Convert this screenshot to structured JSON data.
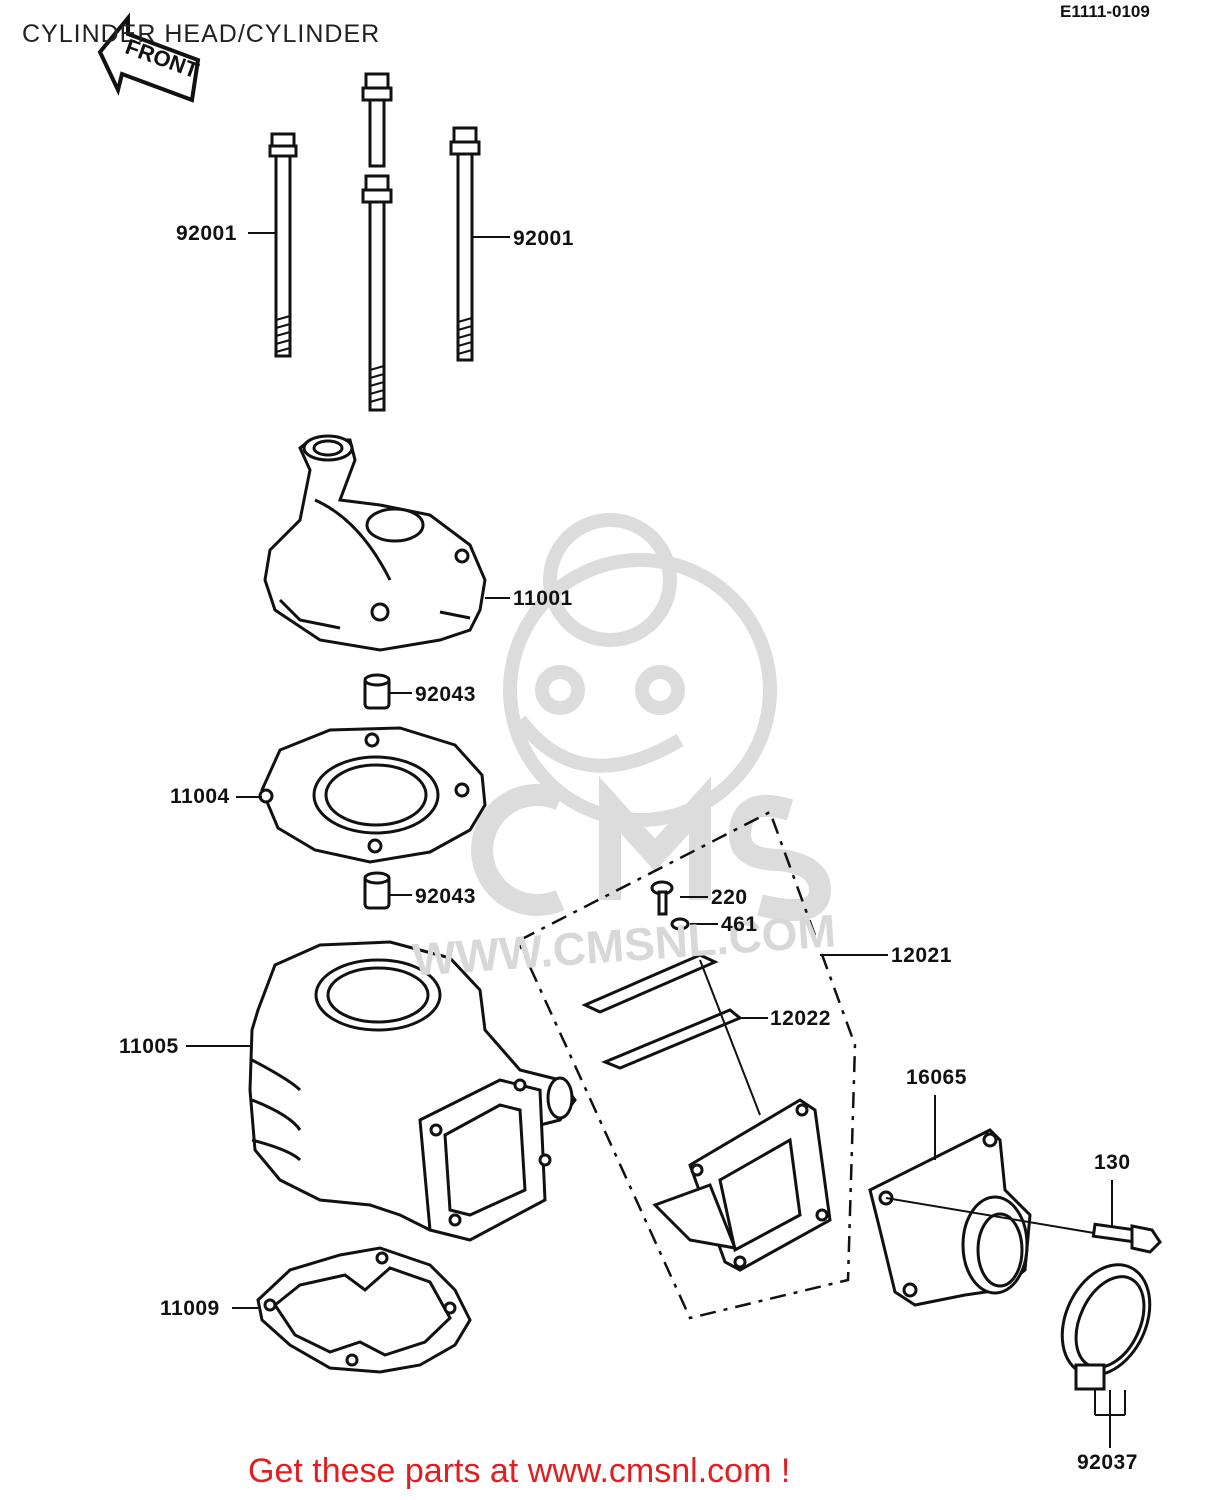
{
  "header": {
    "title": "CYLINDER HEAD/CYLINDER",
    "diagram_code": "E1111-0109"
  },
  "front_arrow_label": "FRONT",
  "watermark": {
    "logo_text": "CMS",
    "url_text": "WWW.CMSNL.COM"
  },
  "callouts": [
    {
      "id": "92001-left",
      "number": "92001"
    },
    {
      "id": "92001-right",
      "number": "92001"
    },
    {
      "id": "11001",
      "number": "11001"
    },
    {
      "id": "92043-top",
      "number": "92043"
    },
    {
      "id": "11004",
      "number": "11004"
    },
    {
      "id": "92043-bottom",
      "number": "92043"
    },
    {
      "id": "220",
      "number": "220"
    },
    {
      "id": "461",
      "number": "461"
    },
    {
      "id": "12021",
      "number": "12021"
    },
    {
      "id": "12022",
      "number": "12022"
    },
    {
      "id": "11005",
      "number": "11005"
    },
    {
      "id": "16065",
      "number": "16065"
    },
    {
      "id": "130",
      "number": "130"
    },
    {
      "id": "11009",
      "number": "11009"
    },
    {
      "id": "92037",
      "number": "92037"
    }
  ],
  "footer": {
    "text": "Get these parts at www.cmsnl.com !"
  }
}
